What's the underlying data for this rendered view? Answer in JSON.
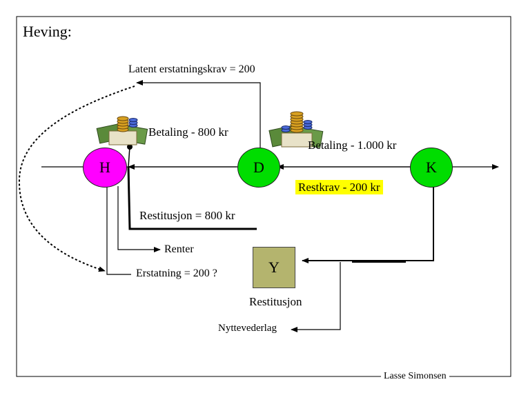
{
  "title": "Heving:",
  "labels": {
    "latent": "Latent erstatningskrav = 200",
    "betaling_800": "Betaling - 800 kr",
    "betaling_1000": "Betaling - 1.000 kr",
    "restkrav": "Restkrav - 200 kr",
    "restitusjon_800": "Restitusjon = 800 kr",
    "renter": "Renter",
    "erstatning": "Erstatning = 200 ?",
    "restitusjon": "Restitusjon",
    "nyttevederlag": "Nyttevederlag",
    "author": "Lasse Simonsen"
  },
  "nodes": {
    "h": {
      "label": "H",
      "color": "#ff00ff"
    },
    "d": {
      "label": "D",
      "color": "#00dd00"
    },
    "k": {
      "label": "K",
      "color": "#00dd00"
    },
    "y": {
      "label": "Y",
      "color": "#b4b46e"
    }
  },
  "colors": {
    "highlight": "#ffff00"
  }
}
